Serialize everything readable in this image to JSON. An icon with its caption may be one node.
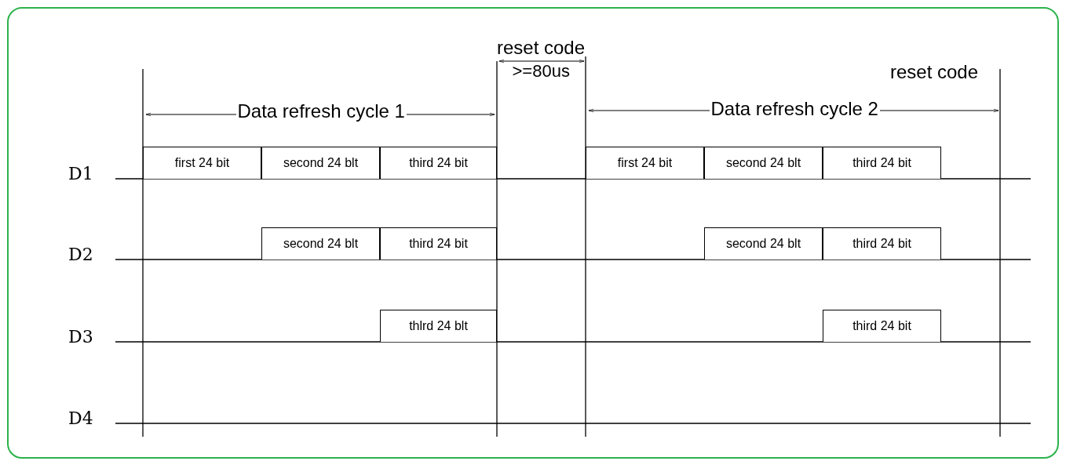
{
  "diagram": {
    "nodes": [
      {
        "text": [
          "first 24 bit"
        ]
      },
      {
        "text": [
          "second 24 blt"
        ]
      },
      {
        "text": [
          "third 24 bit"
        ]
      },
      {
        "text": [
          "first 24 bit"
        ]
      },
      {
        "text": [
          "second 24 blt"
        ]
      },
      {
        "text": [
          "third 24 bit"
        ]
      },
      {
        "text": [
          "second 24 blt"
        ]
      },
      {
        "text": [
          "third 24 bit"
        ]
      },
      {
        "text": [
          "second 24 blt"
        ]
      },
      {
        "text": [
          "third 24 bit"
        ]
      },
      {
        "text": [
          "thlrd 24 blt"
        ]
      },
      {
        "text": [
          "third 24 bit"
        ]
      }
    ],
    "edges": [],
    "labels": [
      "reset code",
      ">=80us",
      "reset code",
      "Data refresh cycle 1",
      "Data refresh cycle 2",
      "D1",
      "D2",
      "D3",
      "D4"
    ]
  }
}
